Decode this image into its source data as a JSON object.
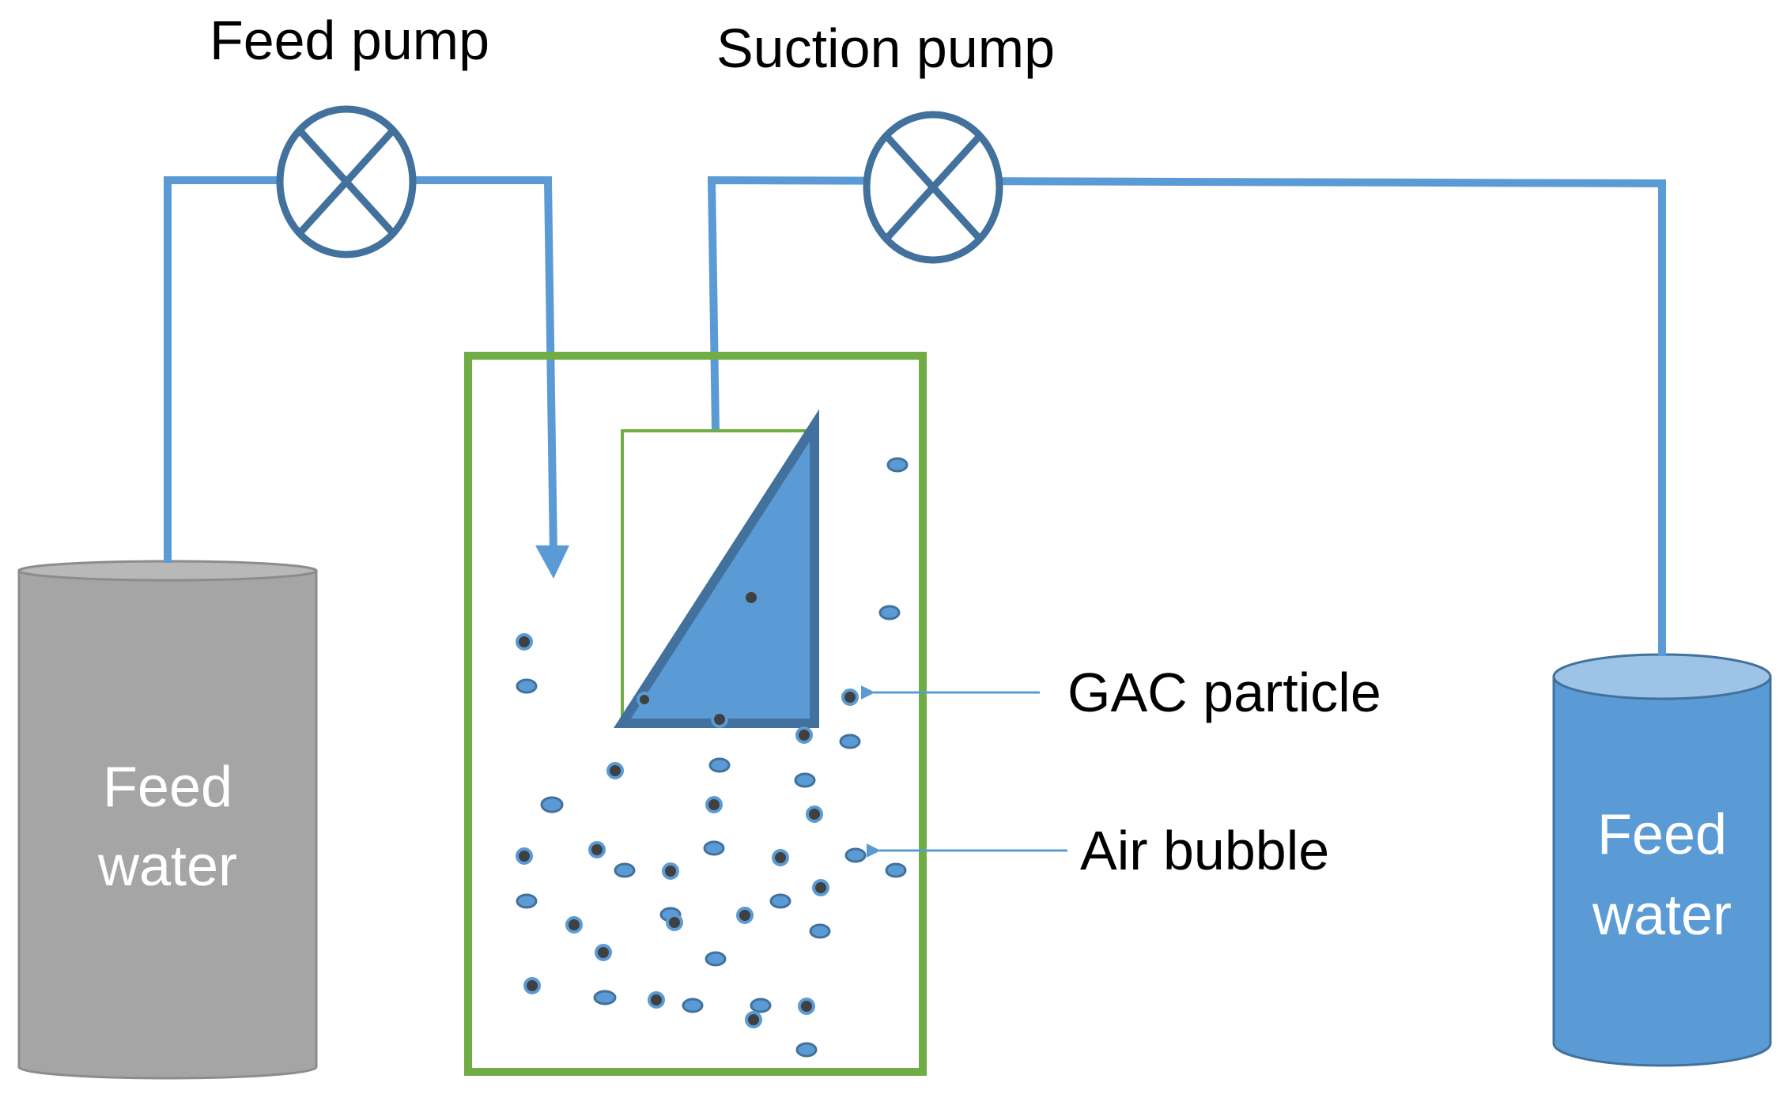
{
  "labels": {
    "feed_pump": "Feed pump",
    "suction_pump": "Suction pump",
    "gac_particle": "GAC particle",
    "air_bubble": "Air bubble",
    "left_tank_line1": "Feed",
    "left_tank_line2": "water",
    "right_tank_line1": "Feed",
    "right_tank_line2": "water"
  },
  "colors": {
    "pipe": "#5b9bd5",
    "pump_stroke": "#41719c",
    "reactor_border": "#70ad47",
    "membrane_fill": "#5b9bd5",
    "membrane_stroke": "#41719c",
    "gac_fill": "#404040",
    "bubble_fill": "#5b9bd5",
    "left_tank": "#a5a5a5",
    "right_tank": "#5b9bd5",
    "tank_text": "#ffffff",
    "label_text": "#000000"
  }
}
